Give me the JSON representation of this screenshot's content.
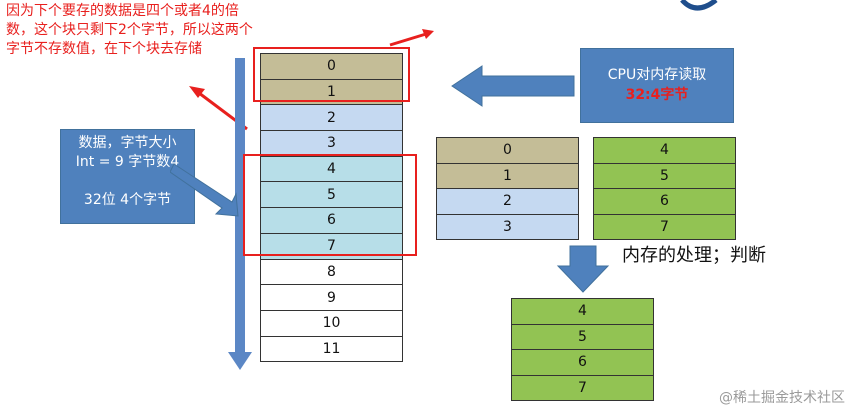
{
  "note": {
    "text": "因为下个要存的数据是四个或者4的倍数，这个块只剩下2个字节，所以这两个字节不存数值，在下个块去存储"
  },
  "info_box": {
    "line1": "数据，字节大小",
    "line2": "Int = 9 字节数4",
    "line3": "32位 4个字节"
  },
  "cpu_box": {
    "line1": "CPU对内存读取",
    "line2": "32:4字节"
  },
  "memory_cells": [
    "0",
    "1",
    "2",
    "3",
    "4",
    "5",
    "6",
    "7",
    "8",
    "9",
    "10",
    "11"
  ],
  "read_cells": [
    "0",
    "1",
    "2",
    "3"
  ],
  "green_cells_top": [
    "4",
    "5",
    "6",
    "7"
  ],
  "green_cells_bottom": [
    "4",
    "5",
    "6",
    "7"
  ],
  "processing_label": "内存的处理；判断",
  "watermark": "@稀土掘金技术社区",
  "colors": {
    "tan": "#c4bd97",
    "light_blue": "#c5d9f1",
    "cyan": "#b7dee8",
    "green": "#92c353",
    "blue_box": "#4f81bd",
    "red": "#e8201e"
  }
}
